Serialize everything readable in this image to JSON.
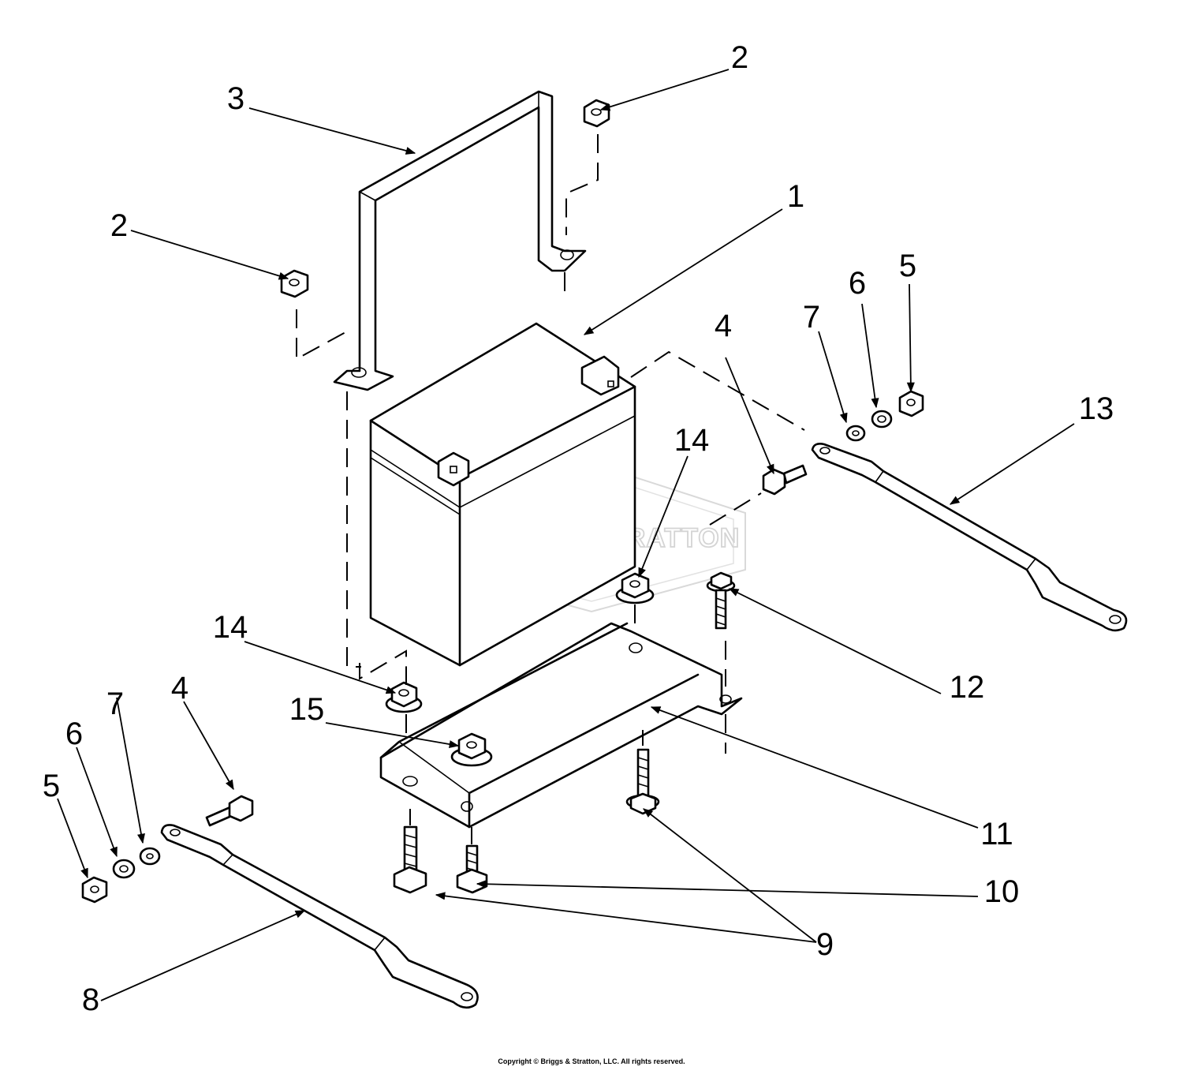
{
  "diagram": {
    "watermark": "BRIGGS & STRATTON",
    "copyright": "Copyright © Briggs & Stratton, LLC. All rights reserved.",
    "callouts": {
      "c1": "1",
      "c2a": "2",
      "c2b": "2",
      "c3": "3",
      "c4a": "4",
      "c4b": "4",
      "c5a": "5",
      "c5b": "5",
      "c6a": "6",
      "c6b": "6",
      "c7a": "7",
      "c7b": "7",
      "c8": "8",
      "c9": "9",
      "c10": "10",
      "c11": "11",
      "c12": "12",
      "c13": "13",
      "c14a": "14",
      "c14b": "14",
      "c15": "15"
    }
  }
}
